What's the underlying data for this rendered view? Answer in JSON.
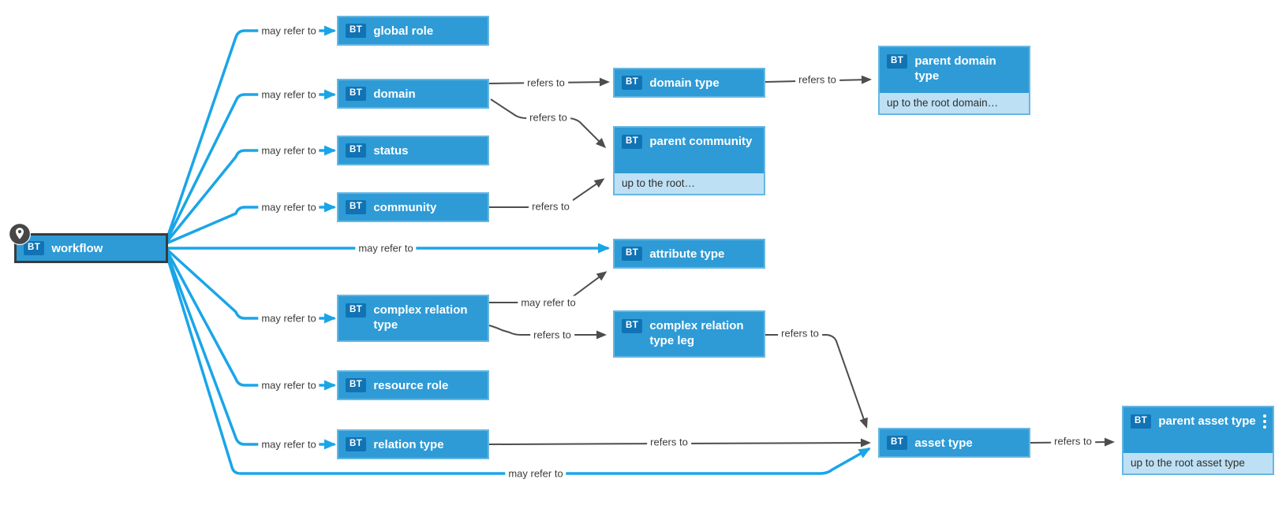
{
  "badge_label": "BT",
  "colors": {
    "node_fill": "#2e9bd6",
    "node_border": "#66b7e2",
    "badge_fill": "#1173b4",
    "sub_bar_fill": "#bee0f4",
    "edge_may_refer_to": "#1aa5e8",
    "edge_refers_to": "#4d4d4d",
    "edge_label_text": "#3c3c3c",
    "workflow_border": "#3b3b3b",
    "pin_circle": "#474747"
  },
  "nodes": [
    {
      "id": "workflow",
      "label": "workflow",
      "pinned": true
    },
    {
      "id": "global-role",
      "label": "global role"
    },
    {
      "id": "domain",
      "label": "domain"
    },
    {
      "id": "status",
      "label": "status"
    },
    {
      "id": "community",
      "label": "community"
    },
    {
      "id": "attribute-type",
      "label": "attribute type"
    },
    {
      "id": "complex-relation-type",
      "label": "complex relation type"
    },
    {
      "id": "resource-role",
      "label": "resource role"
    },
    {
      "id": "relation-type",
      "label": "relation type"
    },
    {
      "id": "domain-type",
      "label": "domain type"
    },
    {
      "id": "parent-community",
      "label": "parent community",
      "sub": "up to the root…"
    },
    {
      "id": "complex-relation-type-leg",
      "label": "complex relation type leg"
    },
    {
      "id": "parent-domain-type",
      "label": "parent domain type",
      "sub": "up to the root domain…"
    },
    {
      "id": "asset-type",
      "label": "asset type"
    },
    {
      "id": "parent-asset-type",
      "label": "parent asset type",
      "sub": "up to the root asset type",
      "menu": true
    }
  ],
  "edges": [
    {
      "from": "workflow",
      "to": "global role",
      "label": "may refer to",
      "style": "blue"
    },
    {
      "from": "workflow",
      "to": "domain",
      "label": "may refer to",
      "style": "blue"
    },
    {
      "from": "workflow",
      "to": "status",
      "label": "may refer to",
      "style": "blue"
    },
    {
      "from": "workflow",
      "to": "community",
      "label": "may refer to",
      "style": "blue"
    },
    {
      "from": "workflow",
      "to": "attribute type",
      "label": "may refer to",
      "style": "blue"
    },
    {
      "from": "workflow",
      "to": "complex relation type",
      "label": "may refer to",
      "style": "blue"
    },
    {
      "from": "workflow",
      "to": "resource role",
      "label": "may refer to",
      "style": "blue"
    },
    {
      "from": "workflow",
      "to": "relation type",
      "label": "may refer to",
      "style": "blue"
    },
    {
      "from": "workflow",
      "to": "asset type",
      "label": "may refer to",
      "style": "blue"
    },
    {
      "from": "domain",
      "to": "domain type",
      "label": "refers to",
      "style": "gray"
    },
    {
      "from": "domain",
      "to": "parent community",
      "label": "refers to",
      "style": "gray"
    },
    {
      "from": "community",
      "to": "parent community",
      "label": "refers to",
      "style": "gray"
    },
    {
      "from": "domain type",
      "to": "parent domain type",
      "label": "refers to",
      "style": "gray"
    },
    {
      "from": "complex relation type",
      "to": "attribute type",
      "label": "may refer to",
      "style": "gray"
    },
    {
      "from": "complex relation type",
      "to": "complex relation type leg",
      "label": "refers to",
      "style": "gray"
    },
    {
      "from": "complex relation type leg",
      "to": "asset type",
      "label": "refers to",
      "style": "gray"
    },
    {
      "from": "relation type",
      "to": "asset type",
      "label": "refers to",
      "style": "gray"
    },
    {
      "from": "asset type",
      "to": "parent asset type",
      "label": "refers to",
      "style": "gray"
    }
  ]
}
